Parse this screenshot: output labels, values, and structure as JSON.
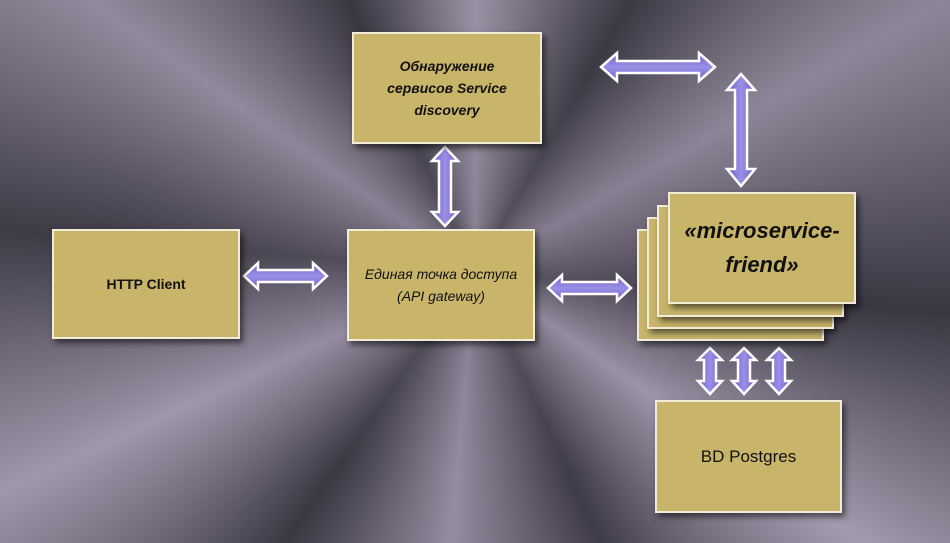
{
  "nodes": {
    "discovery": "Обнаружение сервисов Service discovery",
    "http_client": "HTTP Client",
    "gateway": "Единая точка доступа (API gateway)",
    "microservice": "«microservice-friend»",
    "postgres": "BD Postgres"
  },
  "colors": {
    "box_fill": "#c8b56a",
    "box_border": "#f1ecda",
    "arrow_fill": "#7b6fd0",
    "arrow_outline": "#ffffff"
  },
  "icons": [
    "double-arrow-icon"
  ]
}
